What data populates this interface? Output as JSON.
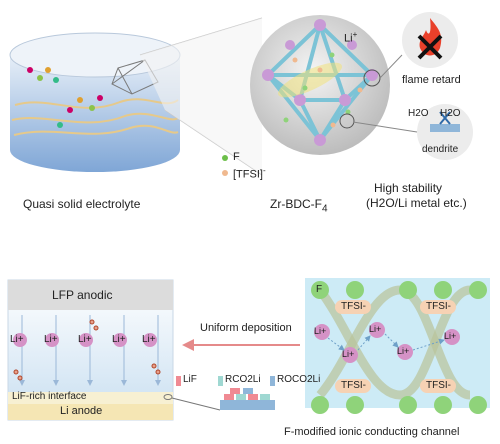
{
  "top": {
    "cylinder_caption": "Quasi solid electrolyte",
    "mof_caption": "Zr-BDC-F",
    "mof_caption_sub": "4",
    "li_ion": "Li",
    "li_sup": "+",
    "legend_f": "F",
    "legend_tfsi": "[TFSI]",
    "legend_tfsi_sup": "-",
    "flame_label": "flame retard",
    "water_1": "H2O",
    "water_2": "H2O",
    "dendrite_label": "dendrite",
    "stability_line1": "High stability",
    "stability_line2": "(H2O/Li metal etc.)"
  },
  "bottom": {
    "cell_top_label": "LFP anodic",
    "li_labels": [
      "Li+",
      "Li+",
      "Li+",
      "Li+",
      "Li+"
    ],
    "interface_label": "LiF-rich interface",
    "anode_label": "Li anode",
    "arrow_label": "Uniform deposition",
    "legend": [
      "LiF",
      "RCO2Li",
      "ROCO2Li"
    ],
    "channel_caption": "F-modified ionic conducting channel",
    "channel_f": "F",
    "channel_tfsi": "TFSI-",
    "channel_li": "Li+"
  },
  "colors": {
    "f_ball": "#8fd37a",
    "li_ball": "#d592c6",
    "tfsi_pill": "#f6d2b4",
    "mof_rod": "#7cc3d6",
    "mof_node": "#c99ad6",
    "channel_bg": "#cdebf6",
    "anode": "#f5e6b4",
    "lif": "#f08a93",
    "rco2li": "#9fd8d2",
    "roco2li": "#8fb6d9"
  }
}
